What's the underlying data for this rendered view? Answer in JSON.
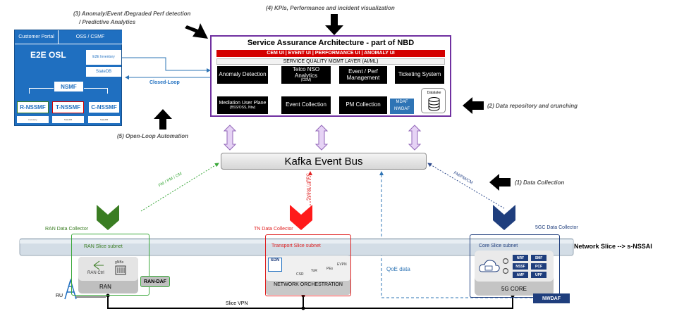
{
  "captions": {
    "c3": "(3) Anomaly/Event /Degraded Perf detection",
    "c3b": "/ Predictive Analytics",
    "c4": "(4) KPIs, Performance and incident visualization",
    "c2": "(2) Data repository and crunching",
    "c5": "(5) Open-Loop Automation",
    "c1": "(1) Data Collection",
    "closed_loop": "Closed-Loop"
  },
  "osl": {
    "customer_portal": "Customer Portal",
    "oss_csmf": "OSS / CSMF",
    "title": "E2E OSL",
    "inventory": "E2E Inventory",
    "statedb": "StateDB",
    "nsmf": "NSMF",
    "r_nssmf": "R-NSSMF",
    "t_nssmf": "T-NSSMF",
    "c_nssmf": "C-NSSMF",
    "inventory_small": "Inventory",
    "statedb_small": "StateDB"
  },
  "nbd": {
    "title": "Service Assurance Architecture - part of NBD",
    "ui_bar": "CEM UI  |  EVENT UI  |  PERFORMANCE UI  |  ANOMALY UI",
    "sq_layer": "SERVICE QUALITY MGMT  LAYER (AI/ML)",
    "anomaly": "Anomaly Detection",
    "telco": "Telco NSO Analytics",
    "telco_sub": "(CEM)",
    "eventperf": "Event / Perf Management",
    "ticketing": "Ticketing System",
    "mediation": "Mediation User Plane",
    "mediation_sub": "(BSS/OSS, Ntw)",
    "eventcoll": "Event Collection",
    "pmcoll": "PM Collection",
    "mdaf": "MDAF",
    "nwdaf": "NWDAF",
    "datalake": "Datalake"
  },
  "kafka": "Kafka Event Bus",
  "links": {
    "fm_left": "FM / PM / CM",
    "syslog": "Syslog / gRPC",
    "fm_right": "FM/PM/CM",
    "qoe": "QoE data",
    "slice_vpn": "Slice VPN"
  },
  "collectors": {
    "ran": "RAN Data Collector",
    "tn": "TN Data Collector",
    "core": "5GC Data Collector"
  },
  "slice_label": "Network Slice --> s-NSSAI",
  "ran": {
    "subnet": "RAN Slice subnet",
    "ctrl": "RAN Ctrl",
    "gnbs": "gNBs",
    "ran": "RAN",
    "daf": "RAN-DAF",
    "ru": "RU"
  },
  "transport": {
    "subnet": "Transport Slice subnet",
    "sdn": "SDN",
    "csr": "CSR",
    "tor": "ToR",
    "pe": "PEs",
    "evpn": "EVPN",
    "orch": "NETWORK ORCHESTRATION"
  },
  "core": {
    "subnet": "Core Slice subnet",
    "nrf": "NRF",
    "smf": "SMF",
    "nssf": "NSSF",
    "pcf": "PCF",
    "amf": "AMF",
    "upf": "UPF",
    "label": "5G CORE",
    "nwdaf": "NWDAF"
  },
  "colors": {
    "osl_blue": "#1f6fc0",
    "ui_red": "#d40000",
    "purple": "#7030a0",
    "ran_green": "#3a7d22",
    "tn_red": "#ff1a1a",
    "core_navy": "#1f3e7d"
  }
}
